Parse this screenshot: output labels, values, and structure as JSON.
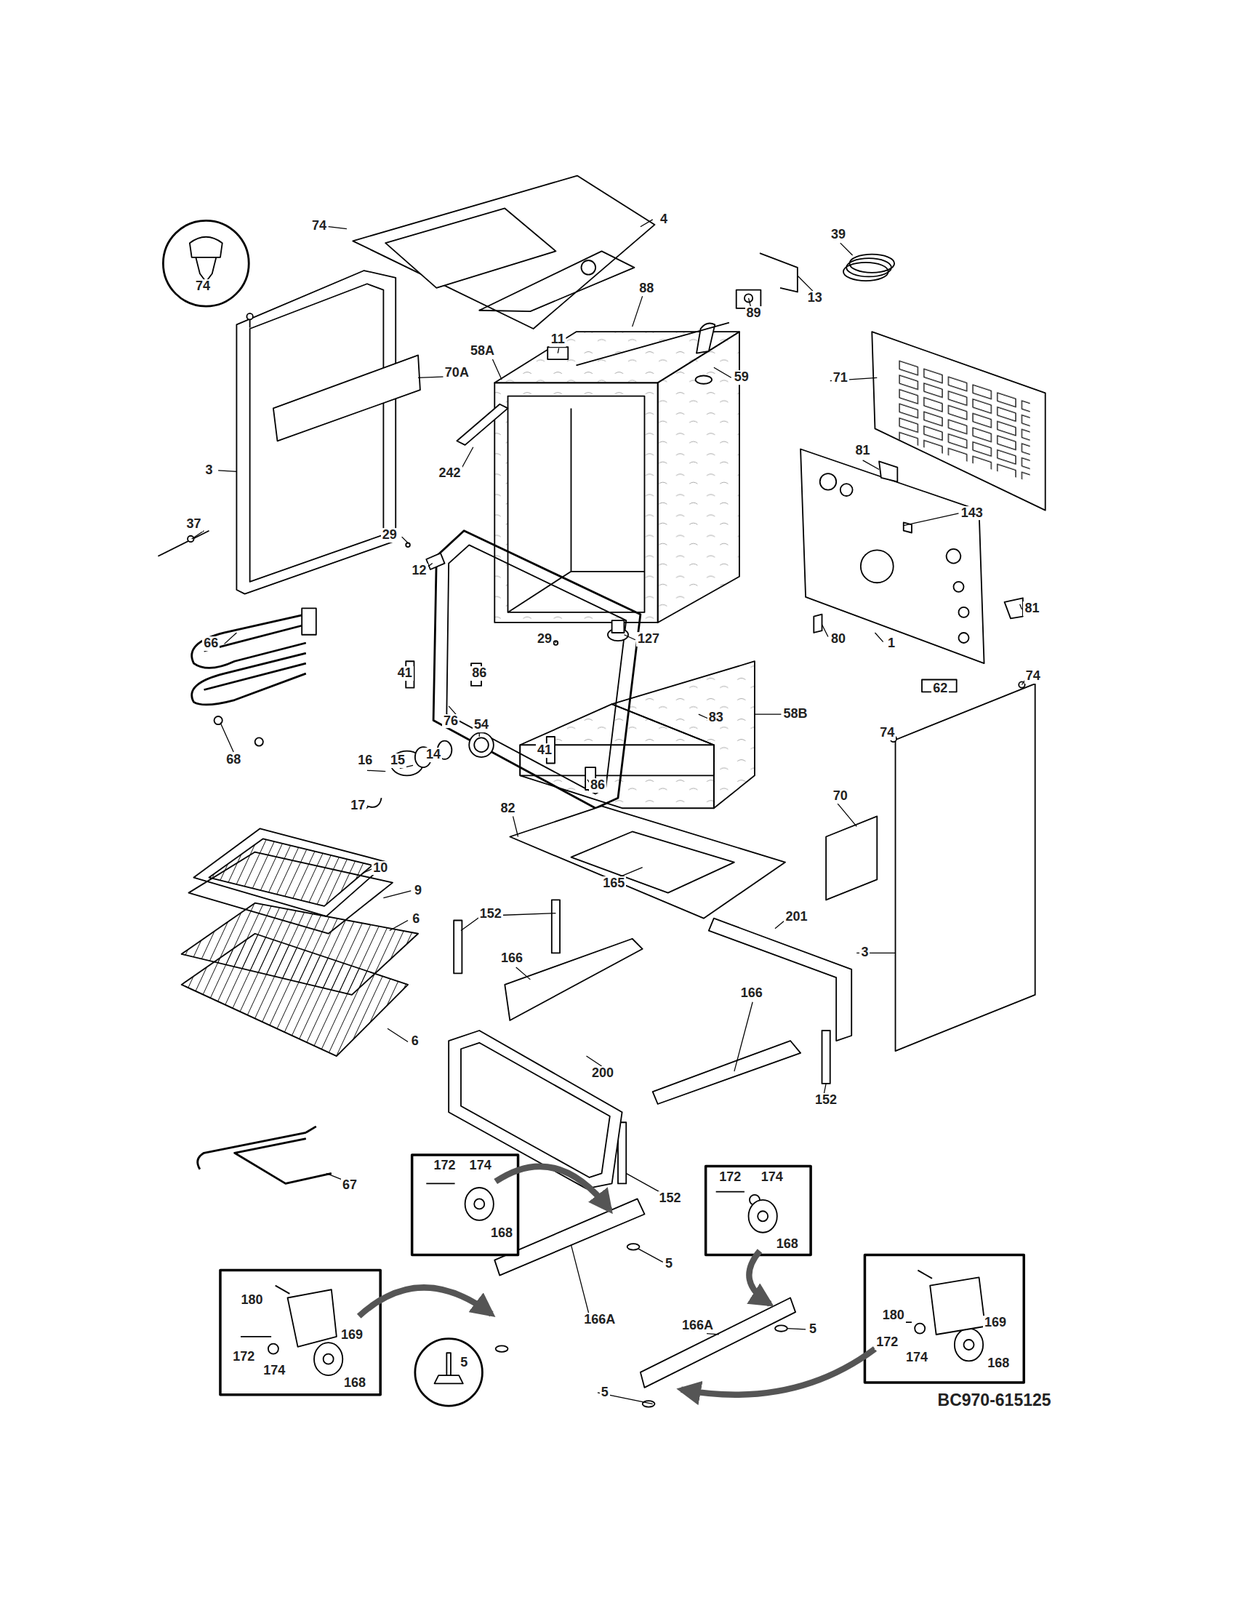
{
  "diagram": {
    "labels": [
      "74",
      "74",
      "4",
      "39",
      "13",
      "89",
      "88",
      "11",
      "58A",
      "59",
      "70A",
      "71",
      "242",
      "3",
      "81",
      "143",
      "37",
      "29",
      "12",
      "81",
      "29",
      "127",
      "80",
      "1",
      "66",
      "41",
      "86",
      "74",
      "62",
      "58B",
      "83",
      "76",
      "74",
      "68",
      "16",
      "15",
      "14",
      "54",
      "41",
      "86",
      "17",
      "82",
      "10",
      "70",
      "9",
      "165",
      "201",
      "152",
      "6",
      "166",
      "3",
      "6",
      "166",
      "200",
      "152",
      "172",
      "174",
      "168",
      "172",
      "174",
      "152",
      "168",
      "67",
      "5",
      "180",
      "169",
      "166A",
      "5",
      "180",
      "169",
      "172",
      "174",
      "168",
      "166A",
      "172",
      "174",
      "168",
      "5",
      "5",
      "BC970-615125"
    ]
  }
}
